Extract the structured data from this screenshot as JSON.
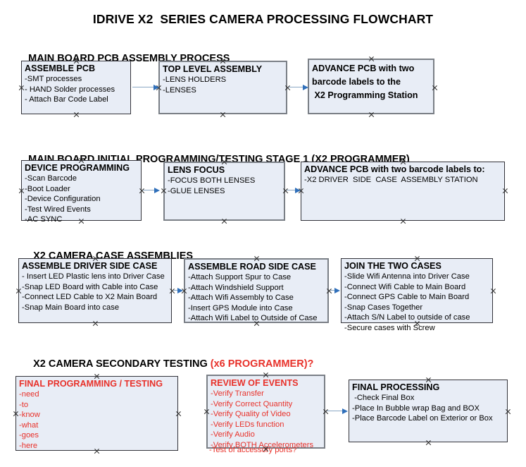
{
  "document": {
    "title": "IDRIVE X2  SERIES CAMERA PROCESSING FLOWCHART"
  },
  "colors": {
    "node_fill": "#e8edf6",
    "node_border": "#33333a",
    "selected_border": "#7a7f86",
    "accent_red": "#e8312a",
    "connector": "#8aa7c4",
    "arrow": "#2f6fba",
    "text": "#000000"
  },
  "sections": [
    {
      "id": "main-board-pcb-assembly",
      "heading": "MAIN BOARD PCB ASSEMBLY PROCESS",
      "heading_accent": "",
      "nodes": [
        {
          "id": "assemble-pcb",
          "title": "ASSEMBLE PCB",
          "lines": [
            "-SMT processes",
            "- HAND Solder processes",
            "- Attach Bar Code Label"
          ]
        },
        {
          "id": "top-level-assembly",
          "title": "TOP LEVEL ASSEMBLY",
          "lines": [
            "-LENS HOLDERS",
            "-LENSES"
          ]
        },
        {
          "id": "advance-pcb-programming-station",
          "title": "",
          "lines": [
            "ADVANCE PCB with two",
            "barcode labels to the",
            " X2 Programming Station"
          ]
        }
      ]
    },
    {
      "id": "main-board-initial-programming",
      "heading": "MAIN BOARD INITIAL PROGRAMMING/TESTING STAGE 1 (X2 PROGRAMMER)",
      "heading_accent": "",
      "nodes": [
        {
          "id": "device-programming",
          "title": "DEVICE PROGRAMMING",
          "lines": [
            "-Scan Barcode",
            "-Boot Loader",
            "-Device Configuration",
            "-Test Wired Events",
            "-AC SYNC"
          ]
        },
        {
          "id": "lens-focus",
          "title": "LENS FOCUS",
          "lines": [
            "-FOCUS BOTH LENSES",
            "-GLUE LENSES"
          ]
        },
        {
          "id": "advance-pcb-driver-side-case",
          "title": "ADVANCE PCB with two barcode labels to:",
          "lines": [
            "-X2 DRIVER  SIDE  CASE  ASSEMBLY STATION"
          ]
        }
      ]
    },
    {
      "id": "x2-camera-case-assemblies",
      "heading": "X2 CAMERA CASE ASSEMBLIES",
      "heading_accent": "",
      "nodes": [
        {
          "id": "assemble-driver-side-case",
          "title": "ASSEMBLE DRIVER SIDE CASE",
          "lines": [
            "- Insert LED Plastic lens into Driver Case",
            "-Snap LED Board with Cable into Case",
            "-Connect LED Cable to X2 Main Board",
            "-Snap Main Board into case"
          ]
        },
        {
          "id": "assemble-road-side-case",
          "title": "ASSEMBLE ROAD SIDE CASE",
          "lines": [
            "-Attach Support Spur to Case",
            "-Attach Windshield Support",
            "-Attach Wifi Assembly to Case",
            "-Insert GPS Module into Case",
            "-Attach Wifi Label to Outside of Case"
          ]
        },
        {
          "id": "join-the-two-cases",
          "title": "JOIN THE TWO CASES",
          "lines": [
            "-Slide Wifi Antenna into Driver Case",
            "-Connect Wifi Cable to Main Board",
            "-Connect GPS Cable to Main Board",
            "-Snap Cases Together",
            "-Attach S/N Label to outside of case",
            "-Secure cases with Screw"
          ]
        }
      ]
    },
    {
      "id": "x2-camera-secondary-testing",
      "heading": "X2 CAMERA SECONDARY TESTING ",
      "heading_accent": "(x6 PROGRAMMER)?",
      "nodes": [
        {
          "id": "final-programming-testing",
          "title": "FINAL PROGRAMMING / TESTING",
          "lines": [
            "-need",
            "-to",
            "-know",
            "-what",
            "-goes",
            "-here"
          ]
        },
        {
          "id": "review-of-events",
          "title": "REVIEW OF EVENTS",
          "lines": [
            "-Verify Transfer",
            "-Verify Correct Quantity",
            "-Verify Quality of Video",
            "-Verify LEDs function",
            "-Verify Audio",
            "-Verify BOTH Accelerometers"
          ],
          "overflow_line": "-Test of accessory ports?"
        },
        {
          "id": "final-processing",
          "title": "FINAL PROCESSING",
          "lines": [
            " -Check Final Box",
            "-Place In Bubble wrap Bag and BOX",
            "-Place Barcode Label on Exterior or Box"
          ]
        }
      ]
    }
  ]
}
